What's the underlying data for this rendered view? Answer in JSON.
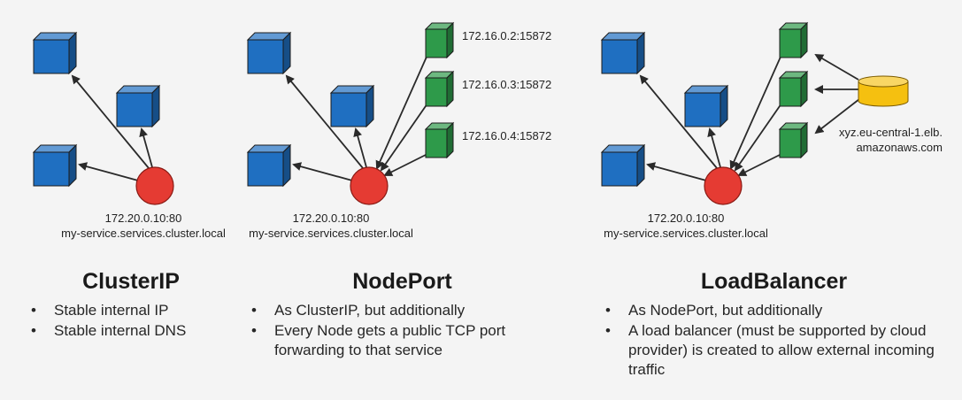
{
  "colors": {
    "pod": "#1f6fc1",
    "node": "#2e9a4a",
    "service": "#e53b33",
    "load_balancer": "#f5c010",
    "arrow": "#2a2a2a"
  },
  "panels": [
    {
      "title": "ClusterIP",
      "service_ip": "172.20.0.10:80",
      "service_dns": "my-service.services.cluster.local",
      "bullets": [
        "Stable internal IP",
        "Stable internal DNS"
      ]
    },
    {
      "title": "NodePort",
      "service_ip": "172.20.0.10:80",
      "service_dns": "my-service.services.cluster.local",
      "nodes": [
        "172.16.0.2:15872",
        "172.16.0.3:15872",
        "172.16.0.4:15872"
      ],
      "bullets": [
        "As ClusterIP, but additionally",
        "Every Node gets a public TCP port forwarding to that service"
      ]
    },
    {
      "title": "LoadBalancer",
      "service_ip": "172.20.0.10:80",
      "service_dns": "my-service.services.cluster.local",
      "load_balancer": [
        "xyz.eu-central-1.elb.",
        "amazonaws.com"
      ],
      "bullets": [
        "As NodePort, but additionally",
        "A load balancer (must be supported by cloud provider) is created to allow external incoming traffic"
      ]
    }
  ]
}
